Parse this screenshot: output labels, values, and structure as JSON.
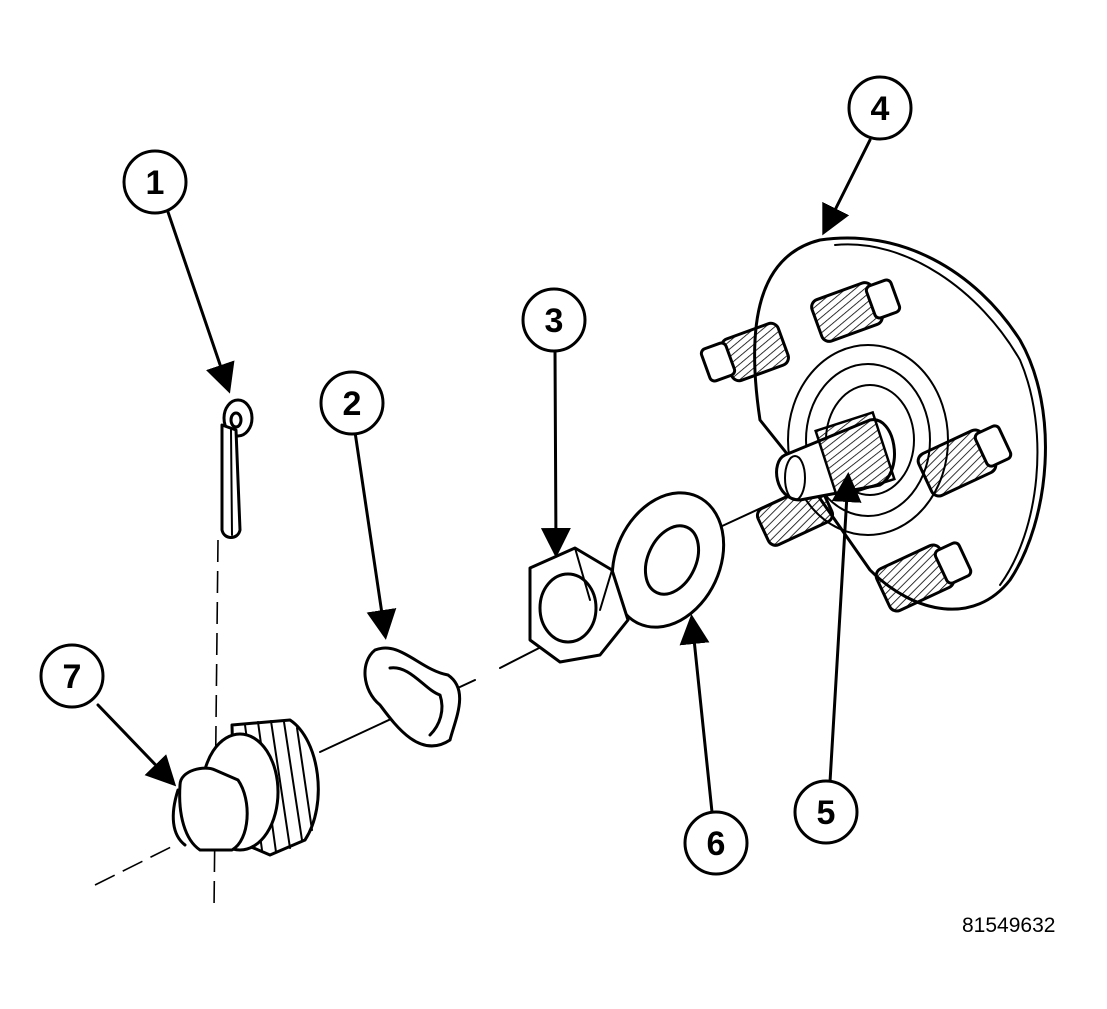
{
  "reference_number": "81549632",
  "callouts": [
    {
      "id": "1",
      "label": "1"
    },
    {
      "id": "2",
      "label": "2"
    },
    {
      "id": "3",
      "label": "3"
    },
    {
      "id": "4",
      "label": "4"
    },
    {
      "id": "5",
      "label": "5"
    },
    {
      "id": "6",
      "label": "6"
    },
    {
      "id": "7",
      "label": "7"
    }
  ],
  "colors": {
    "line": "#000000",
    "background": "#ffffff"
  }
}
